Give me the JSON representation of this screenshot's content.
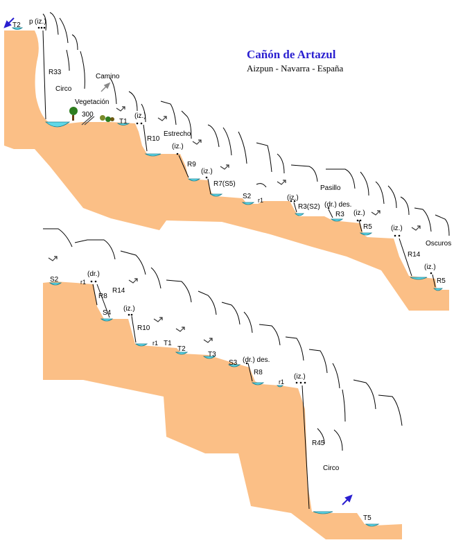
{
  "title": "Cañón de Artazul",
  "subtitle": "Aizpun - Navarra - España",
  "colors": {
    "rock": "#fbbf86",
    "water": "#5fd8e8",
    "title": "#2a1fd0",
    "arrow": "#2a1fd0"
  },
  "labels": {
    "t2_top": "T2",
    "p": "p",
    "iz_top": "(iz.)",
    "r33": "R33",
    "circo1": "Circo",
    "camino": "Camino",
    "vegetacion": "Vegetación",
    "n300": "300",
    "t1_top": "T1",
    "iz_a": "(iz.)",
    "r10_a": "R10",
    "estrecho": "Estrecho",
    "iz_b": "(iz.)",
    "r9": "R9",
    "iz_c": "(iz.)",
    "r7s5": "R7(S5)",
    "s2_a": "S2",
    "r1_a": "r1",
    "pasillo": "Pasillo",
    "iz_d": "(iz.)",
    "r3s2": "R3(S2)",
    "dr_des_a": "(dr.) des.",
    "r3": "R3",
    "iz_e": "(iz.)",
    "r5_a": "R5",
    "iz_f": "(iz.)",
    "oscuros": "Oscuros",
    "r14_a": "R14",
    "iz_g": "(iz.)",
    "r5_b": "R5",
    "s2_b": "S2",
    "r1_b": "r1",
    "dr_a": "(dr.)",
    "r14_b": "R14",
    "r8_a": "R8",
    "s4": "S4",
    "iz_h": "(iz.)",
    "r10_b": "R10",
    "r1_c": "r1",
    "t1_b": "T1",
    "t2_b": "T2",
    "t3": "T3",
    "s3": "S3",
    "dr_des_b": "(dr.) des.",
    "r8_b": "R8",
    "r1_d": "r1",
    "iz_i": "(iz.)",
    "r45": "R45",
    "circo2": "Circo",
    "t5": "T5"
  }
}
